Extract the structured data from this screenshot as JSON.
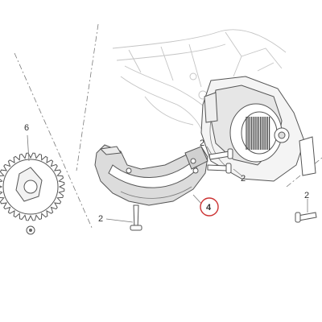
{
  "callouts": {
    "sprocket": "6",
    "screw_top": "2",
    "screw_right": "2",
    "screw_bottom": "2",
    "screw_far_right": "2",
    "skid_plate": "4"
  },
  "colors": {
    "highlight_circle": "#cc3333",
    "part_fill": "#e8e8e8",
    "line": "#7a7a7a",
    "ghost_line": "#c4c4c4"
  }
}
